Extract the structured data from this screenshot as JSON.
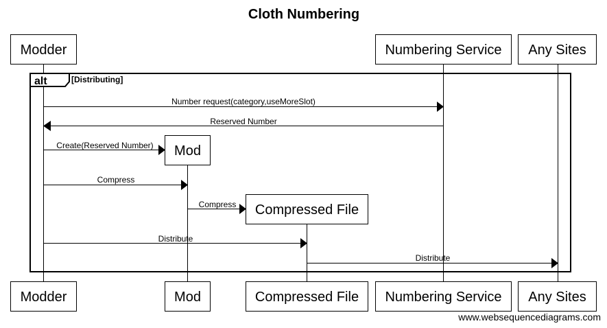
{
  "title": "Cloth Numbering",
  "participants": {
    "modder": "Modder",
    "mod": "Mod",
    "compressed_file": "Compressed File",
    "numbering_service": "Numbering Service",
    "any_sites": "Any Sites"
  },
  "fragment": {
    "keyword": "alt",
    "condition": "[Distributing]"
  },
  "messages": [
    {
      "from": "Modder",
      "to": "Numbering Service",
      "label": "Number request(category,useMoreSlot)"
    },
    {
      "from": "Numbering Service",
      "to": "Modder",
      "label": "Reserved Number"
    },
    {
      "from": "Modder",
      "to": "Mod",
      "label": "Create(Reserved Number)"
    },
    {
      "from": "Modder",
      "to": "Mod",
      "label": "Compress"
    },
    {
      "from": "Mod",
      "to": "Compressed File",
      "label": "Compress"
    },
    {
      "from": "Modder",
      "to": "Compressed File",
      "label": "Distribute"
    },
    {
      "from": "Compressed File",
      "to": "Any Sites",
      "label": "Distribute"
    }
  ],
  "watermark": "www.websequencediagrams.com"
}
